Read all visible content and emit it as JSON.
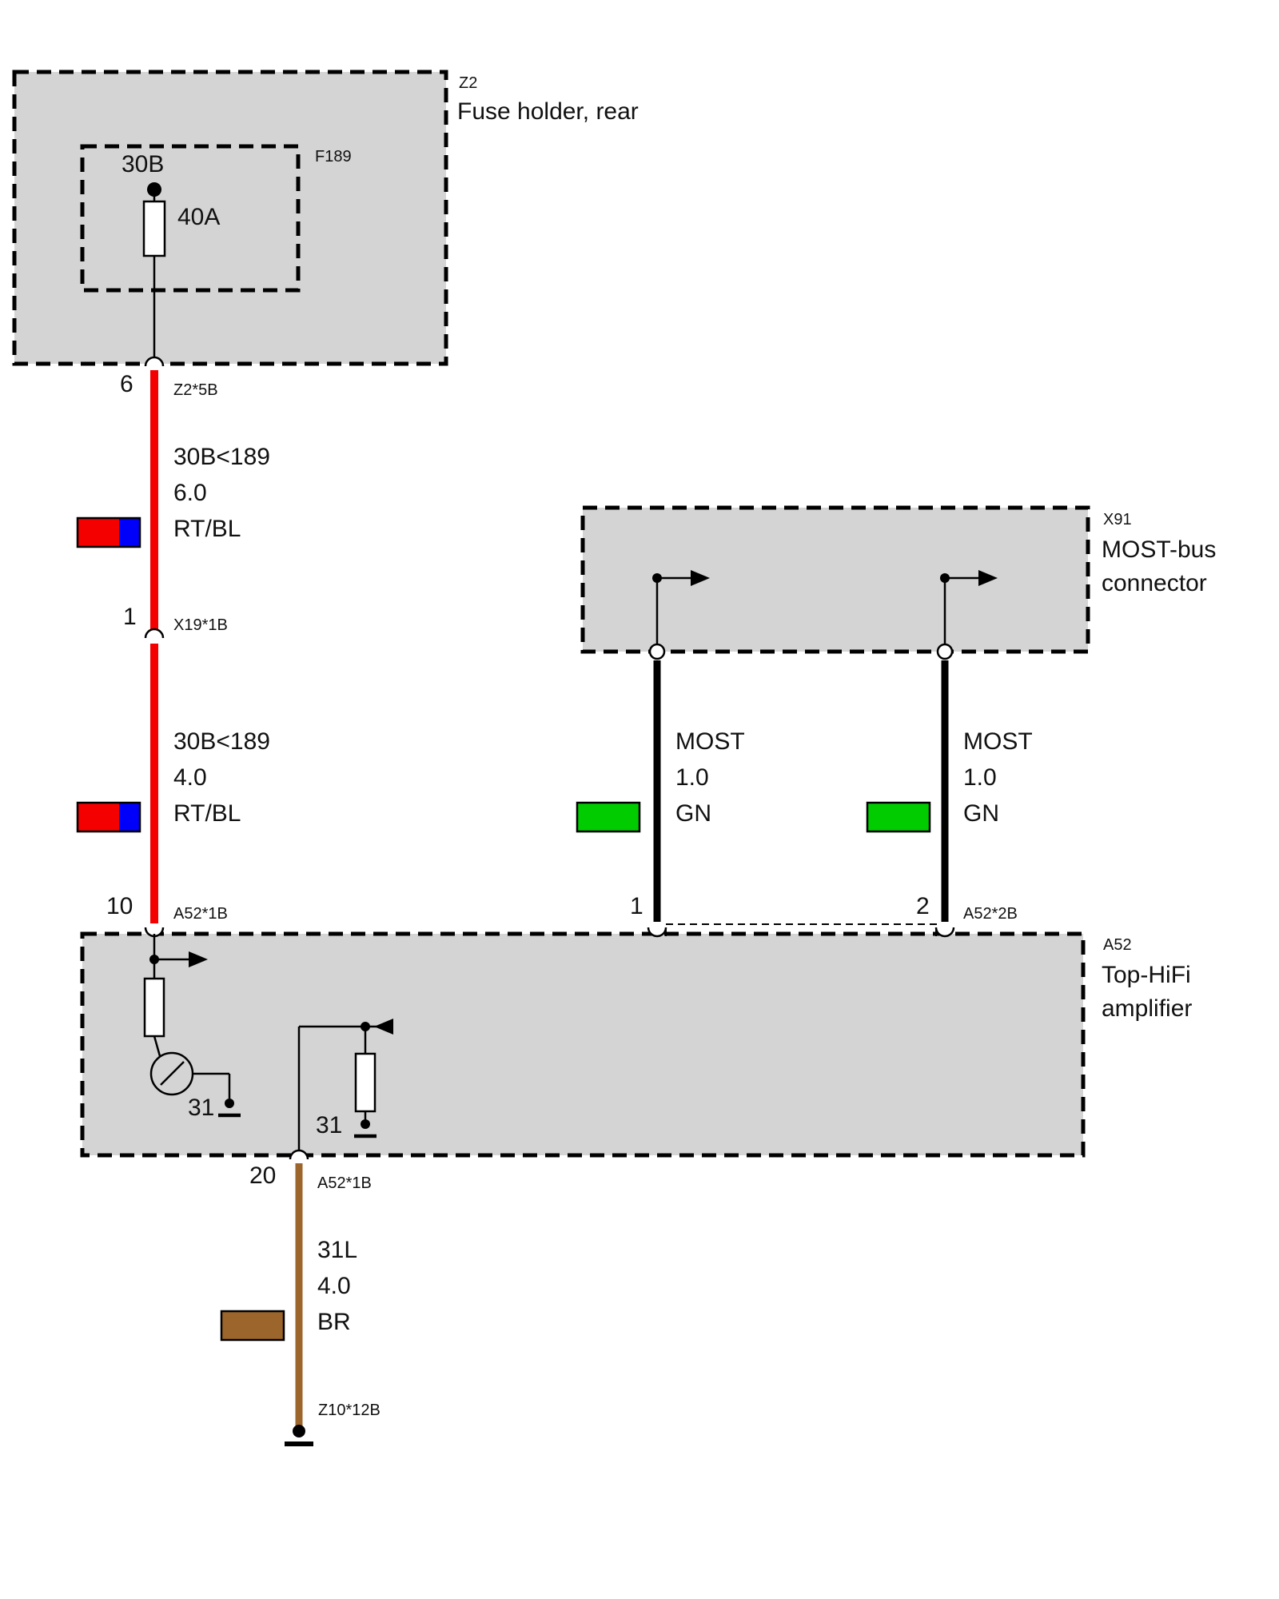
{
  "palette": {
    "box_fill": "#d4d4d4",
    "red": "#f40000",
    "blue": "#0000fa",
    "green": "#00cc00",
    "brown": "#9c652b",
    "black": "#000000"
  },
  "fuse_holder": {
    "ref": "Z2",
    "title": "Fuse holder, rear",
    "fuse": {
      "ref": "F189",
      "terminal": "30B",
      "rating": "40A"
    },
    "pin": "6",
    "pin_connector": "Z2*5B"
  },
  "supply_wire_upper": {
    "circuit": "30B<189",
    "cross_section": "6.0",
    "color_code": "RT/BL"
  },
  "inline_connector": {
    "pin": "1",
    "connector": "X19*1B"
  },
  "supply_wire_lower": {
    "circuit": "30B<189",
    "cross_section": "4.0",
    "color_code": "RT/BL"
  },
  "most_connector": {
    "ref": "X91",
    "title_line1": "MOST-bus",
    "title_line2": "connector"
  },
  "most_wire_left": {
    "circuit": "MOST",
    "cross_section": "1.0",
    "color_code": "GN",
    "pin": "1"
  },
  "most_wire_right": {
    "circuit": "MOST",
    "cross_section": "1.0",
    "color_code": "GN",
    "pin": "2",
    "pin_connector": "A52*2B"
  },
  "amplifier": {
    "ref": "A52",
    "title_line1": "Top-HiFi",
    "title_line2": "amplifier",
    "pin_in": "10",
    "pin_in_connector": "A52*1B",
    "ground_label_1": "31",
    "ground_label_2": "31",
    "pin_out": "20",
    "pin_out_connector": "A52*1B"
  },
  "ground_wire": {
    "circuit": "31L",
    "cross_section": "4.0",
    "color_code": "BR"
  },
  "ground_point": {
    "connector": "Z10*12B"
  }
}
